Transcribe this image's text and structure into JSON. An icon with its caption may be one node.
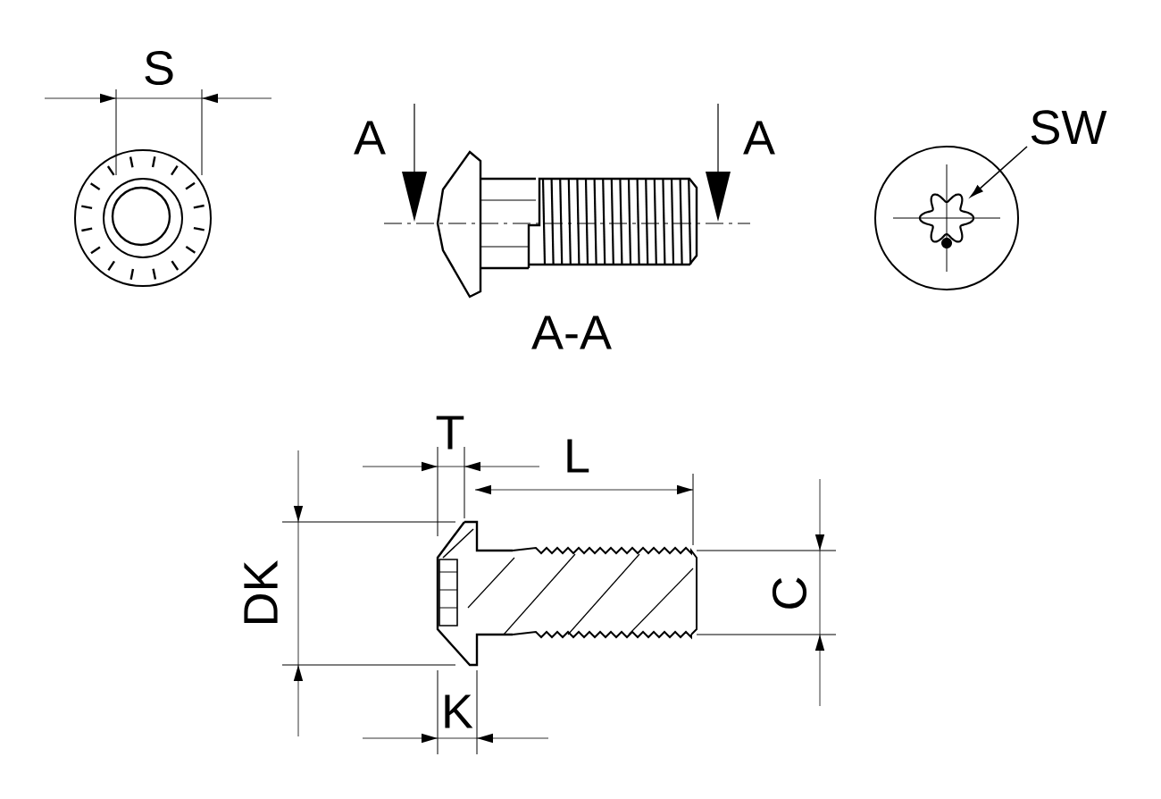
{
  "diagram": {
    "nodes": [
      {
        "text": [
          "SW"
        ]
      },
      {
        "text": [],
        "shape": "picture"
      }
    ],
    "edges": [
      {
        "from": 0,
        "to": 1,
        "arrow": "to"
      }
    ],
    "labels": [
      "S",
      "A",
      "A",
      "A-A",
      "T",
      "L",
      "DK",
      "C",
      "K"
    ]
  }
}
